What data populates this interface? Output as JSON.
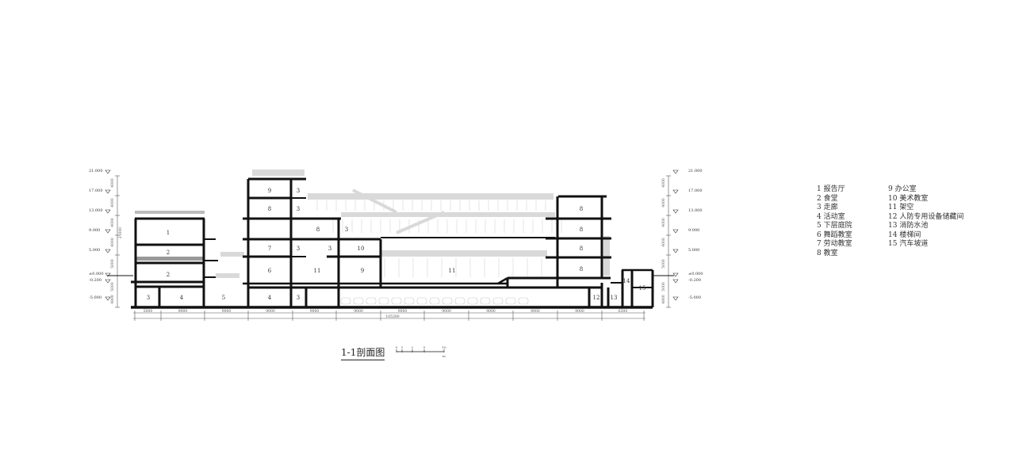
{
  "drawing": {
    "title": "1-1剖面图",
    "total_dimension": "105300",
    "bay_dimensions": [
      "5000",
      "9000",
      "9000",
      "9000",
      "9000",
      "9000",
      "9000",
      "9000",
      "9000",
      "9000",
      "9000",
      "6300"
    ],
    "level_marks": [
      "21.000",
      "17.000",
      "13.000",
      "9.000",
      "5.000",
      "±0.000",
      "-0.200",
      "-5.000"
    ],
    "vertical_dimensions": [
      "4000",
      "4000",
      "4000",
      "4000",
      "5000",
      "5000",
      "4800"
    ],
    "overall_height": "21000",
    "room_labels": [
      "1",
      "2",
      "2",
      "3",
      "4",
      "5",
      "9",
      "3",
      "8",
      "3",
      "8",
      "3",
      "7",
      "3",
      "3",
      "10",
      "6",
      "11",
      "9",
      "11",
      "4",
      "3",
      "8",
      "8",
      "8",
      "8",
      "12",
      "13",
      "14",
      "15"
    ],
    "scale_bar_labels": [
      "0",
      "1",
      "2",
      "5",
      "10"
    ]
  },
  "legend": {
    "left": [
      "1  报告厅",
      "2  食堂",
      "3  走廊",
      "4  活动室",
      "5  下层庭院",
      "6  舞蹈教室",
      "7  劳动教室",
      "8  教室"
    ],
    "right": [
      "9  办公室",
      "10  美术教室",
      "11  架空",
      "12  人防专用设备储藏间",
      "13  消防水池",
      "14  楼梯间",
      "15  汽车坡道"
    ]
  },
  "colors": {
    "line": "#111111",
    "hatch": "#d9d9d9",
    "ghost": "#c8c8c8"
  }
}
